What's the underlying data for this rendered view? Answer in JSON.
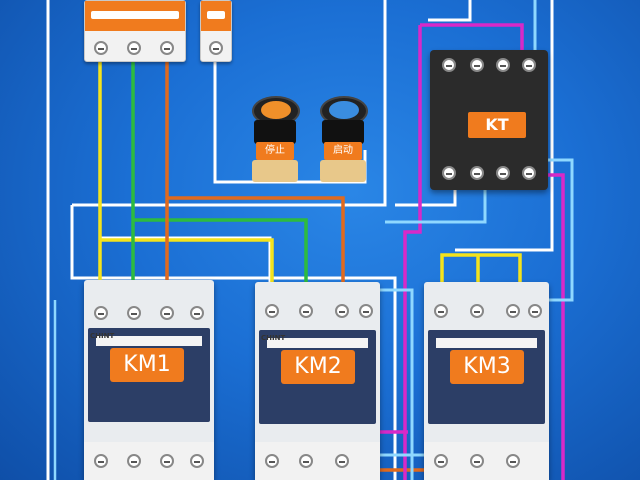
{
  "labels": {
    "relay": "KT",
    "km1": "KM1",
    "km2": "KM2",
    "km3": "KM3",
    "stop_button": "停止",
    "start_button": "启动",
    "brand_km1": "CHINT",
    "brand_km2": "CHINT"
  },
  "colors": {
    "background": "#1b6fd4",
    "accent": "#f07b1e",
    "wire_yellow": "#f4e31c",
    "wire_green": "#2dbb3f",
    "wire_orange": "#e06a1e",
    "wire_white": "#ffffff",
    "wire_magenta": "#d829c8",
    "wire_cyan": "#8fd8ff"
  }
}
